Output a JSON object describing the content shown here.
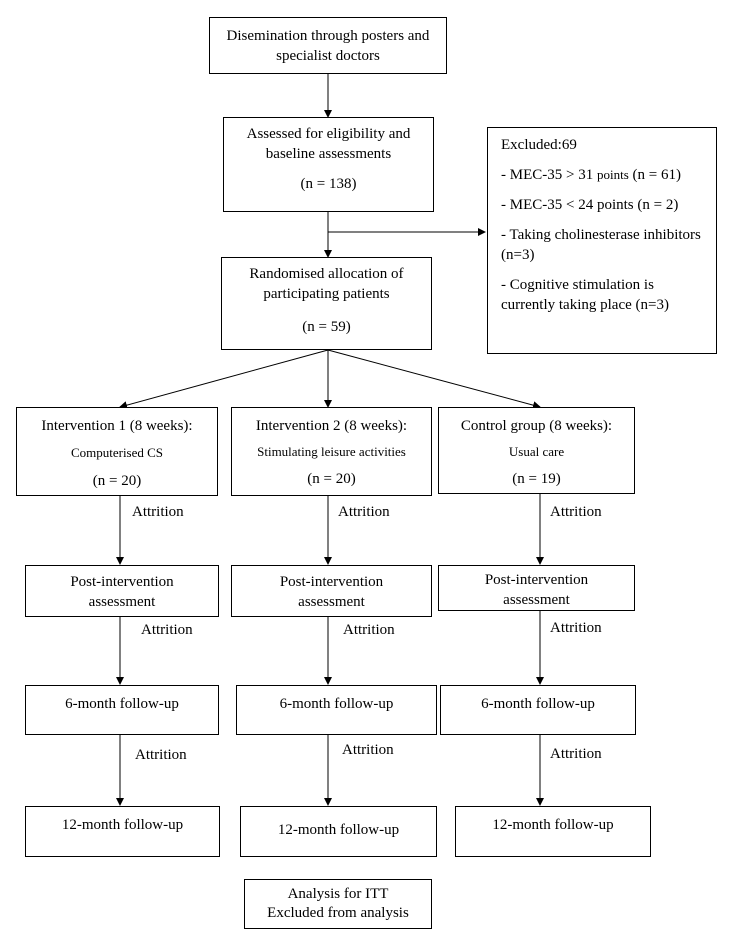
{
  "dissemination": {
    "line1": "Disemination through posters and",
    "line2": "specialist doctors"
  },
  "eligibility": {
    "line1": "Assessed for eligibility and",
    "line2": "baseline assessments",
    "n": "(n = 138)"
  },
  "excluded": {
    "title": "Excluded:69",
    "item1_pre": "- MEC-35 > 31 ",
    "item1_small": "points",
    "item1_post": " (n = 61)",
    "item2": "- MEC-35 < 24 points (n = 2)",
    "item3_line1": "- Taking cholinesterase inhibitors",
    "item3_line2": "(n=3)",
    "item4_line1": "- Cognitive stimulation is",
    "item4_line2": "currently taking place (n=3)"
  },
  "randomised": {
    "line1": "Randomised allocation of",
    "line2": "participating patients",
    "n": "(n = 59)"
  },
  "groups": [
    {
      "title": "Intervention 1 (8 weeks):",
      "desc": "Computerised CS",
      "n": "(n = 20)"
    },
    {
      "title": "Intervention 2 (8 weeks):",
      "desc": "Stimulating leisure activities",
      "n": "(n = 20)"
    },
    {
      "title": "Control group (8 weeks):",
      "desc": "Usual care",
      "n": "(n = 19)"
    }
  ],
  "attrition_label": "Attrition",
  "post": {
    "line1": "Post-intervention",
    "line2": "assessment"
  },
  "followup6": "6-month follow-up",
  "followup12": "12-month follow-up",
  "analysis": {
    "line1": "Analysis for ITT",
    "line2": "Excluded from analysis"
  }
}
